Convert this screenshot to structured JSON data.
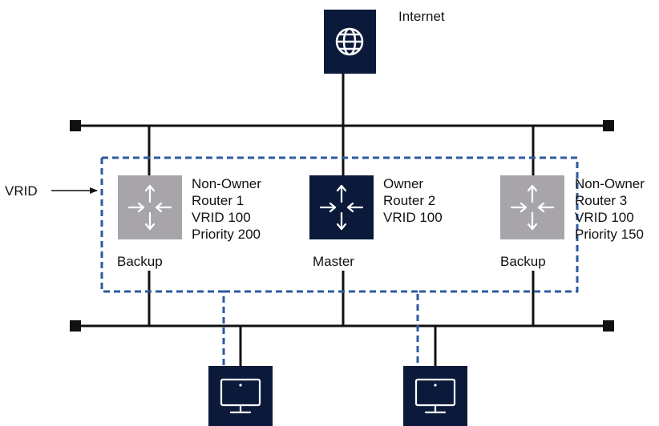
{
  "internet": {
    "label": "Internet",
    "icon": "globe-icon"
  },
  "vrid_label": "VRID",
  "routers": [
    {
      "lines": [
        "Non-Owner",
        "Router 1",
        "VRID 100",
        "Priority 200"
      ],
      "role": "Backup",
      "icon": "router-icon"
    },
    {
      "lines": [
        "Owner",
        "Router 2",
        "VRID 100"
      ],
      "role": "Master",
      "icon": "router-icon"
    },
    {
      "lines": [
        "Non-Owner",
        "Router 3",
        "VRID 100",
        "Priority 150"
      ],
      "role": "Backup",
      "icon": "router-icon"
    }
  ],
  "hosts": [
    {
      "icon": "monitor-icon"
    },
    {
      "icon": "monitor-icon"
    }
  ],
  "colors": {
    "navy": "#0b1a3b",
    "router_backup": "#a7a5aa",
    "vrid_border": "#2d5aa0",
    "line": "#111111"
  }
}
